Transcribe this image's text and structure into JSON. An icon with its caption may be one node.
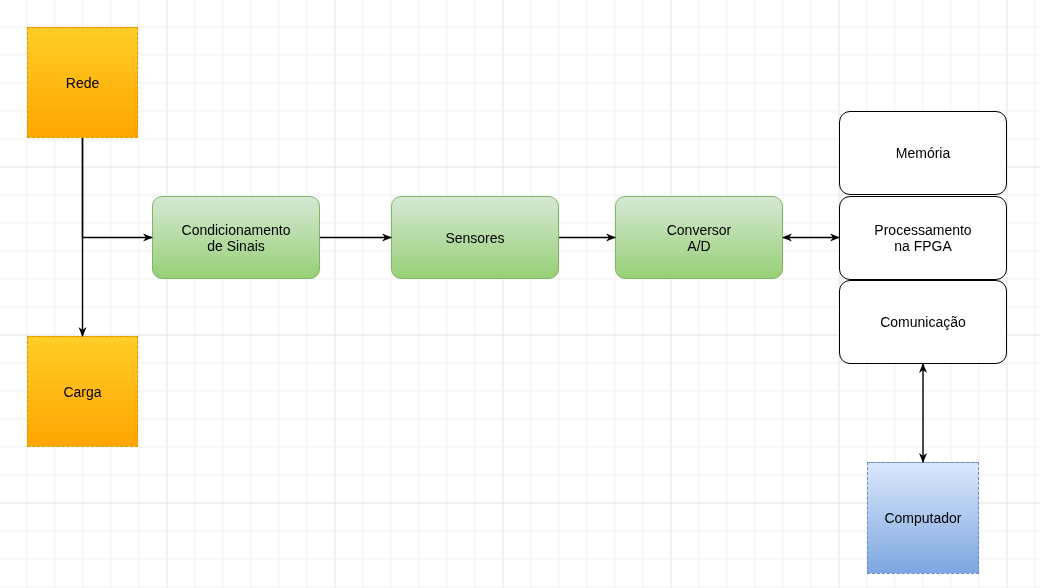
{
  "diagram": {
    "nodes": [
      {
        "text": [
          "Rede"
        ]
      },
      {
        "text": [
          "Memória"
        ]
      },
      {
        "text": [
          "Condicionamento de Sinais"
        ]
      },
      {
        "text": [
          "Sensores"
        ]
      },
      {
        "text": [
          "Conversor A/D"
        ]
      },
      {
        "text": [
          "Processamento na FPGA"
        ]
      },
      {
        "text": [
          "Comunicação"
        ]
      },
      {
        "text": [
          "Carga"
        ]
      },
      {
        "text": [
          "Computador"
        ]
      }
    ],
    "edges": [
      {
        "from": 0,
        "to": 7,
        "arrow": "to"
      },
      {
        "from": 0,
        "to": 2,
        "arrow": "to"
      },
      {
        "from": 2,
        "to": 3,
        "arrow": "to"
      },
      {
        "from": 3,
        "to": 4,
        "arrow": "to"
      },
      {
        "from": 4,
        "to": 5,
        "arrow": "both"
      },
      {
        "from": 6,
        "to": 8,
        "arrow": "both"
      }
    ]
  }
}
